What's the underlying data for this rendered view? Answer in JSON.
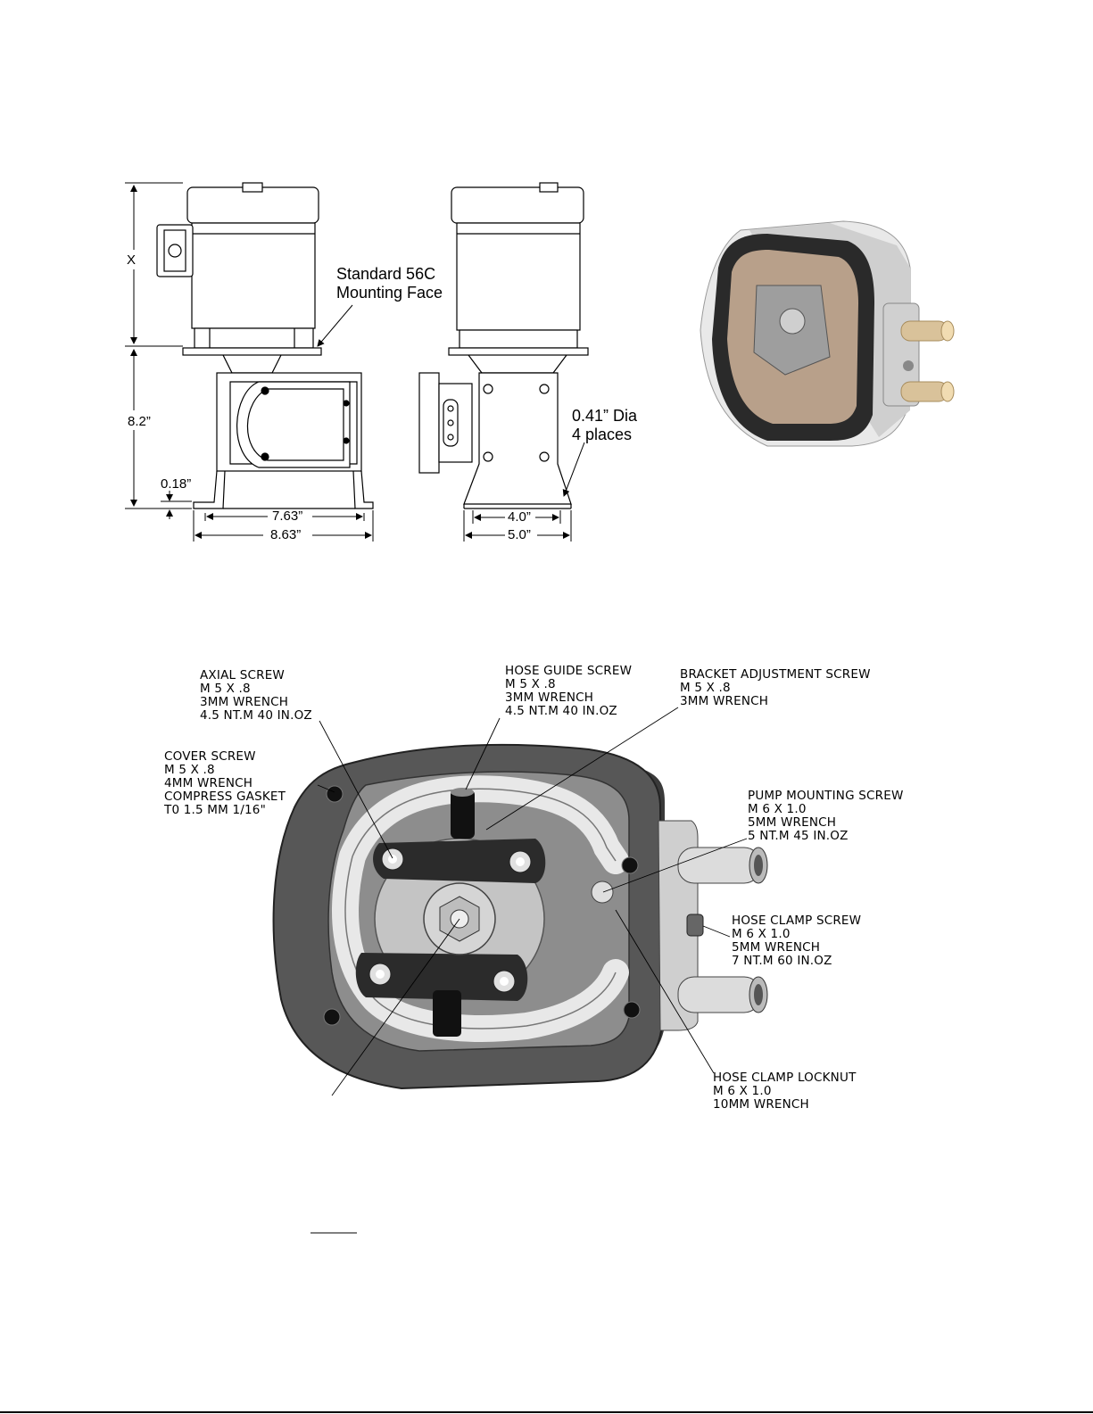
{
  "dimension_drawing": {
    "height_label": "X",
    "base_height": "8.2”",
    "foot_thickness": "0.18”",
    "inner_width": "7.63”",
    "outer_width": "8.63”",
    "side_inner_width": "4.0”",
    "side_outer_width": "5.0”",
    "mounting_face": [
      "Standard 56C",
      "Mounting Face"
    ],
    "hole_note": [
      "0.41” Dia",
      "4 places"
    ]
  },
  "callouts": {
    "axial_screw": [
      "AXIAL SCREW",
      "M 5 X .8",
      "3MM WRENCH",
      "4.5 NT.M 40 IN.OZ"
    ],
    "hose_guide_screw": [
      "HOSE GUIDE SCREW",
      "M 5 X .8",
      "3MM WRENCH",
      "4.5 NT.M 40 IN.OZ"
    ],
    "bracket_adjustment_screw": [
      "BRACKET ADJUSTMENT SCREW",
      "M 5 X .8",
      "3MM WRENCH"
    ],
    "cover_screw": [
      "COVER SCREW",
      "M 5 X .8",
      "4MM WRENCH",
      "COMPRESS GASKET",
      "T0 1.5 MM 1/16\""
    ],
    "pump_mounting_screw": [
      "PUMP MOUNTING SCREW",
      "M 6 X 1.0",
      "5MM WRENCH",
      "5 NT.M 45 IN.OZ"
    ],
    "hose_clamp_screw": [
      "HOSE CLAMP SCREW",
      "M 6 X 1.0",
      "5MM WRENCH",
      "7 NT.M 60 IN.OZ"
    ],
    "hose_clamp_locknut": [
      "HOSE CLAMP LOCKNUT",
      "M 6 X 1.0",
      "10MM WRENCH"
    ]
  },
  "colors": {
    "line": "#000000",
    "housing_dark": "#4a4a4a",
    "housing_mid": "#8a8a8a",
    "metal_light": "#d8d8d8",
    "hose_tan": "#d9c29a"
  }
}
